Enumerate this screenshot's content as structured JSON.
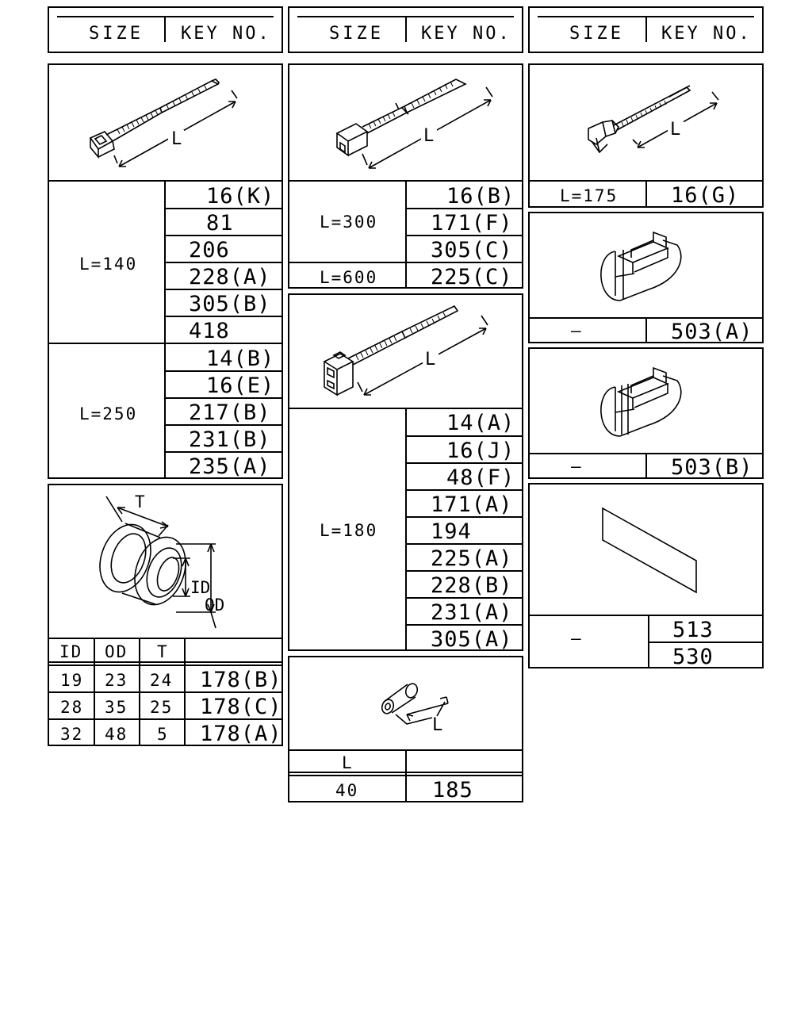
{
  "header": {
    "size_label": "SIZE",
    "key_label": "KEY NO."
  },
  "cable_tie_140_250": {
    "dim_label": "L",
    "groups": [
      {
        "size": "L=140",
        "keys": [
          "16(K)",
          "81",
          "206",
          "228(A)",
          "305(B)",
          "418"
        ]
      },
      {
        "size": "L=250",
        "keys": [
          "14(B)",
          "16(E)",
          "217(B)",
          "231(B)",
          "235(A)"
        ]
      }
    ]
  },
  "grommet": {
    "dims": {
      "t": "T",
      "id": "ID",
      "od": "OD"
    },
    "columns": [
      "ID",
      "OD",
      "T",
      ""
    ],
    "rows": [
      [
        "19",
        "23",
        "24",
        "178(B)"
      ],
      [
        "28",
        "35",
        "25",
        "178(C)"
      ],
      [
        "32",
        "48",
        "5",
        "178(A)"
      ]
    ]
  },
  "cable_tie_300_600": {
    "dim_label": "L",
    "groups": [
      {
        "size": "L=300",
        "keys": [
          "16(B)",
          "171(F)",
          "305(C)"
        ]
      },
      {
        "size": "L=600",
        "keys": [
          "225(C)"
        ]
      }
    ]
  },
  "mount_tie_180": {
    "dim_label": "L",
    "size": "L=180",
    "keys": [
      "14(A)",
      "16(J)",
      "48(F)",
      "171(A)",
      "194",
      "225(A)",
      "228(B)",
      "231(A)",
      "305(A)"
    ]
  },
  "tube": {
    "dim_label": "L",
    "columns": [
      "L",
      ""
    ],
    "rows": [
      [
        "40",
        "185"
      ]
    ]
  },
  "push_mount_tie": {
    "dim_label": "L",
    "size": "L=175",
    "key": "16(G)"
  },
  "clip_a": {
    "size": "—",
    "key": "503(A)"
  },
  "clip_b": {
    "size": "—",
    "key": "503(B)"
  },
  "tape": {
    "size": "—",
    "keys": [
      "513",
      "530"
    ]
  }
}
